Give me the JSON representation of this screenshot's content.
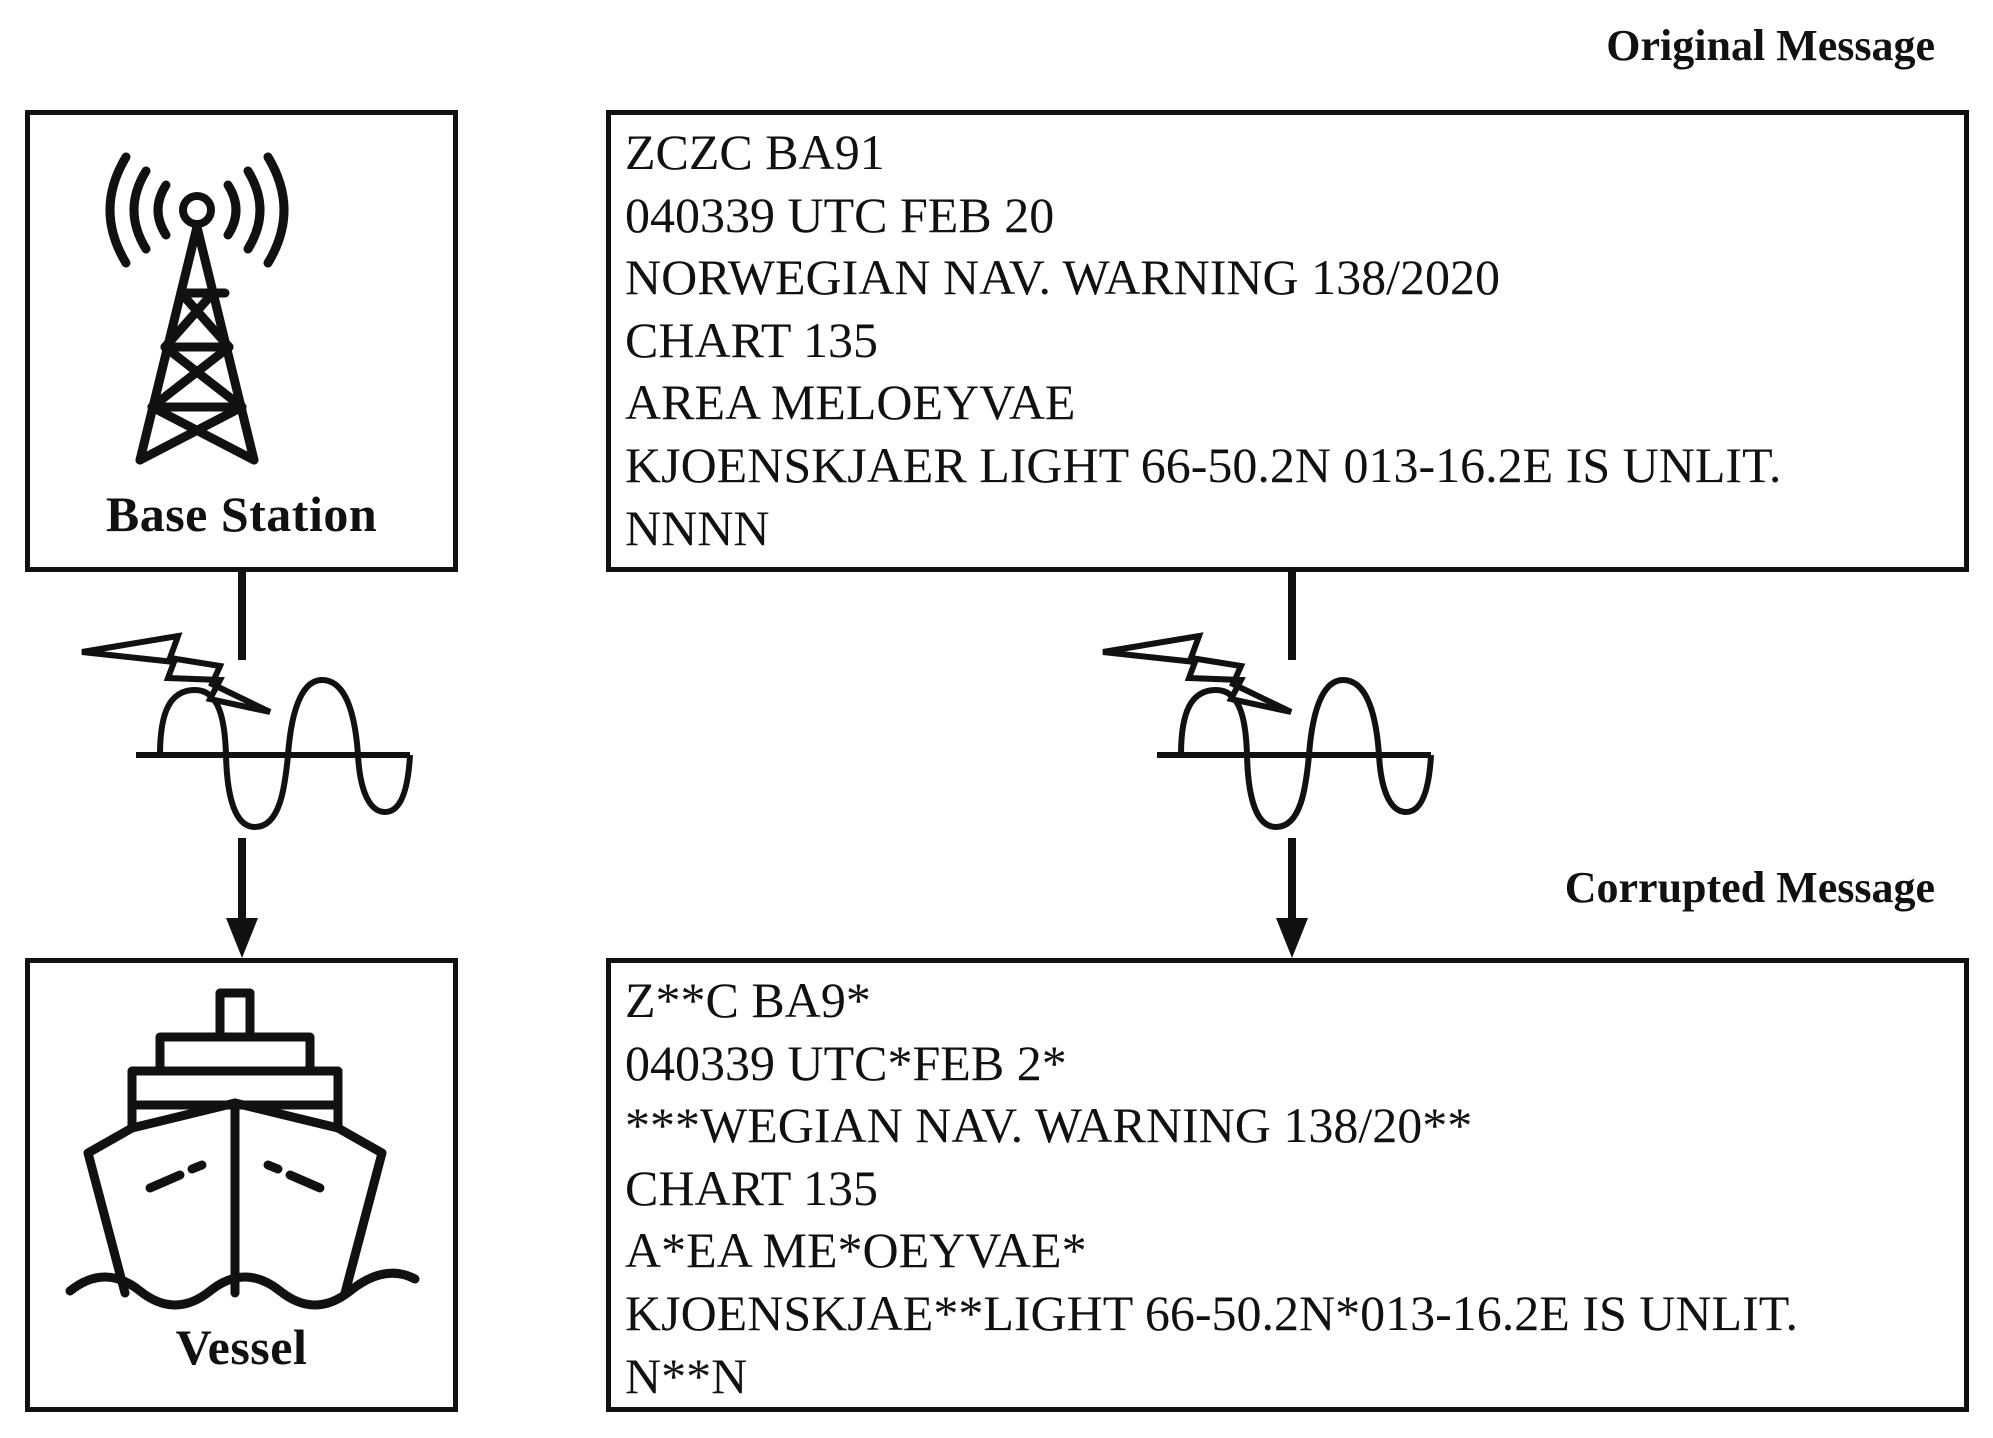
{
  "base_station": {
    "label": "Base Station",
    "icon": "radio-tower-icon"
  },
  "vessel": {
    "label": "Vessel",
    "icon": "ship-icon"
  },
  "channel_icon": "lightning-wave-icon",
  "original_message": {
    "heading": "Original Message",
    "lines": [
      "ZCZC BA91",
      "040339 UTC FEB 20",
      "NORWEGIAN NAV. WARNING 138/2020",
      "CHART 135",
      "AREA MELOEYVAE",
      "KJOENSKJAER LIGHT 66-50.2N 013-16.2E IS UNLIT.",
      "NNNN"
    ]
  },
  "corrupted_message": {
    "heading": "Corrupted Message",
    "lines": [
      "Z**C BA9*",
      "040339 UTC*FEB 2*",
      "***WEGIAN NAV. WARNING 138/20**",
      "CHART 135",
      "A*EA ME*OEYVAE*",
      "KJOENSKJAE**LIGHT 66-50.2N*013-16.2E IS UNLIT.",
      "N**N"
    ]
  }
}
